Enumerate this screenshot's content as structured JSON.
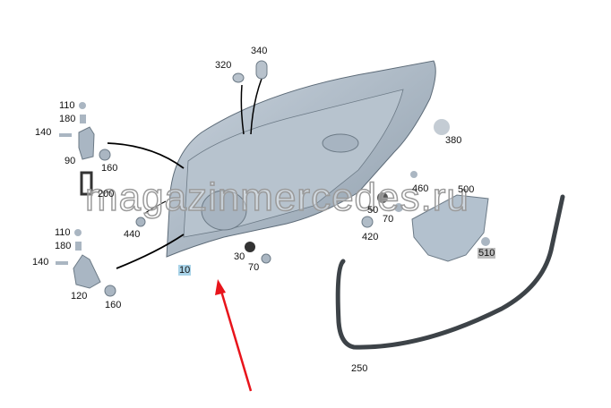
{
  "diagram": {
    "main_part_label": "10",
    "labels": {
      "p320": "320",
      "p340": "340",
      "p110_top": "110",
      "p180_top": "180",
      "p140_top": "140",
      "p90": "90",
      "p160_top": "160",
      "p200": "200",
      "p440": "440",
      "p110_bot": "110",
      "p180_bot": "180",
      "p140_bot": "140",
      "p120": "120",
      "p160_bot": "160",
      "p30": "30",
      "p70_bot": "70",
      "p380": "380",
      "p460": "460",
      "p500": "500",
      "p50": "50",
      "p70_mid": "70",
      "p420": "420",
      "p510": "510",
      "p250": "250"
    },
    "highlight_colors": {
      "selected": "#a9d3e8",
      "secondary": "#bdbdbd",
      "arrow": "#e8141b"
    }
  },
  "watermark": "magazinmercedes.ru"
}
